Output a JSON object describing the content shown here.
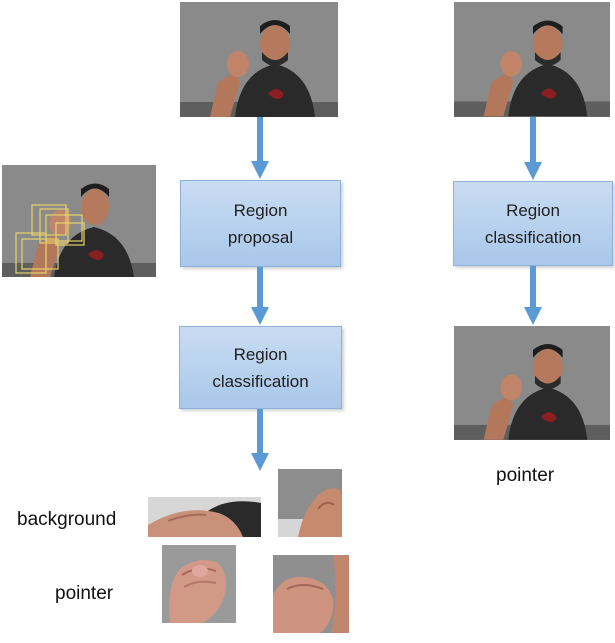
{
  "boxes": {
    "region_proposal": "Region\nproposal",
    "region_classification_left": "Region\nclassification",
    "region_classification_right": "Region\nclassification"
  },
  "labels": {
    "background": "background",
    "pointer_left": "pointer",
    "pointer_right": "pointer"
  },
  "colors": {
    "box_fill": "#b7d0ee",
    "arrow": "#5b9bd5",
    "proposal_boxes": "#e6d36a"
  },
  "icons": [
    "person-photo",
    "hand-crop",
    "proposal-box-overlay",
    "arrow-down"
  ]
}
